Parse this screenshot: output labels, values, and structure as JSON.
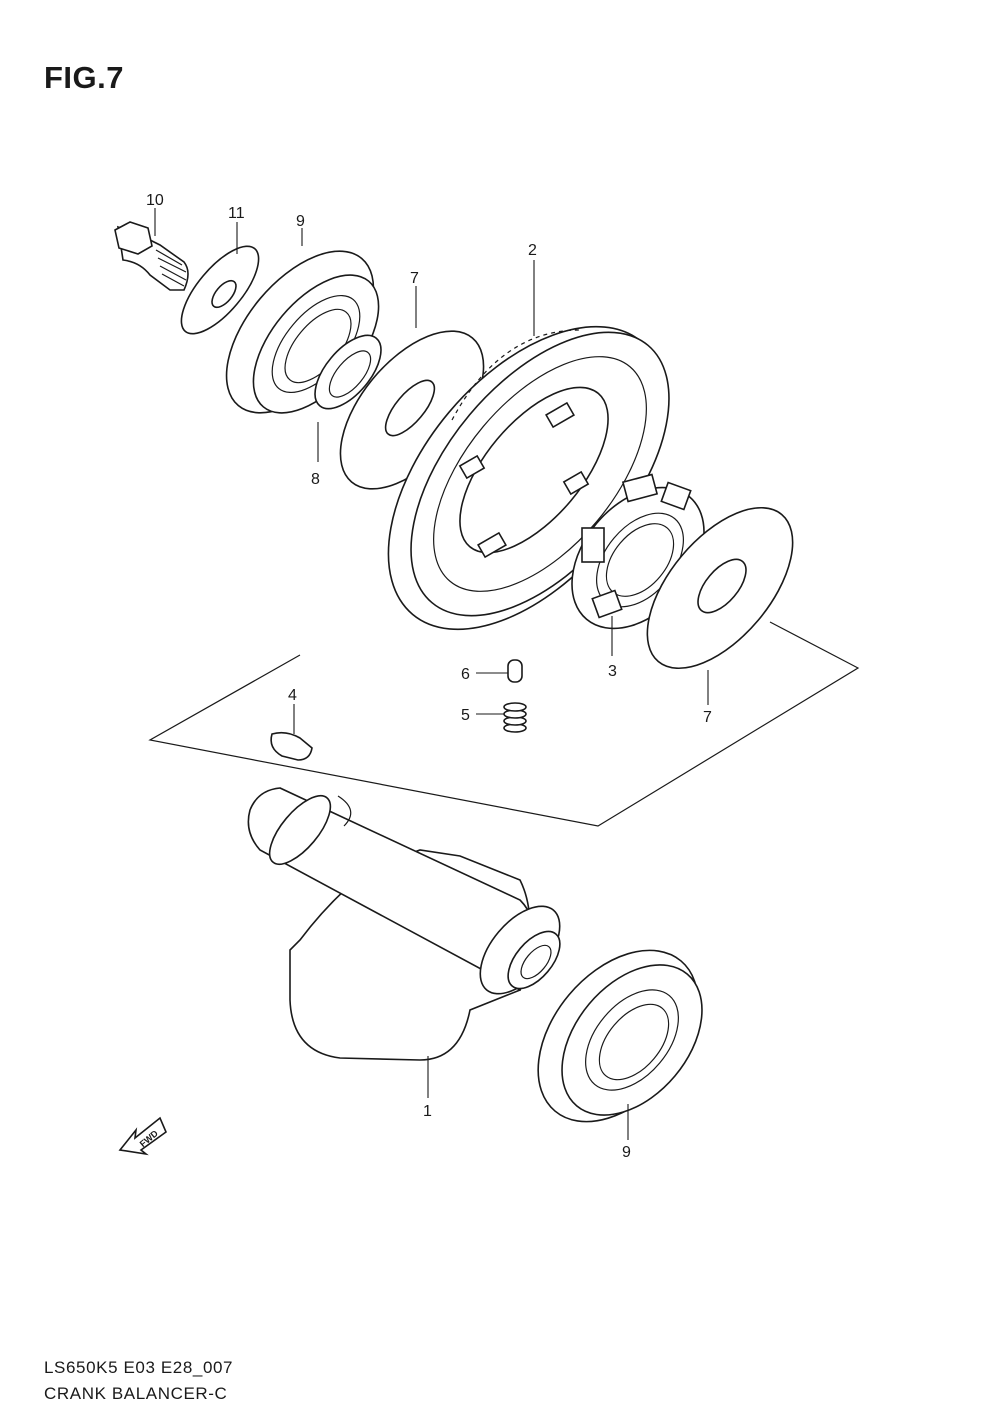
{
  "figure": {
    "title": "FIG.7"
  },
  "footer": {
    "model_code": "LS650K5 E03 E28_007",
    "section_name": "CRANK BALANCER-C"
  },
  "fwd_label": "FWD",
  "callouts": [
    {
      "id": "c10",
      "label": "10"
    },
    {
      "id": "c11",
      "label": "11"
    },
    {
      "id": "c9a",
      "label": "9"
    },
    {
      "id": "c7a",
      "label": "7"
    },
    {
      "id": "c2",
      "label": "2"
    },
    {
      "id": "c8",
      "label": "8"
    },
    {
      "id": "c3",
      "label": "3"
    },
    {
      "id": "c6",
      "label": "6"
    },
    {
      "id": "c5",
      "label": "5"
    },
    {
      "id": "c7b",
      "label": "7"
    },
    {
      "id": "c4",
      "label": "4"
    },
    {
      "id": "c1",
      "label": "1"
    },
    {
      "id": "c9b",
      "label": "9"
    }
  ]
}
